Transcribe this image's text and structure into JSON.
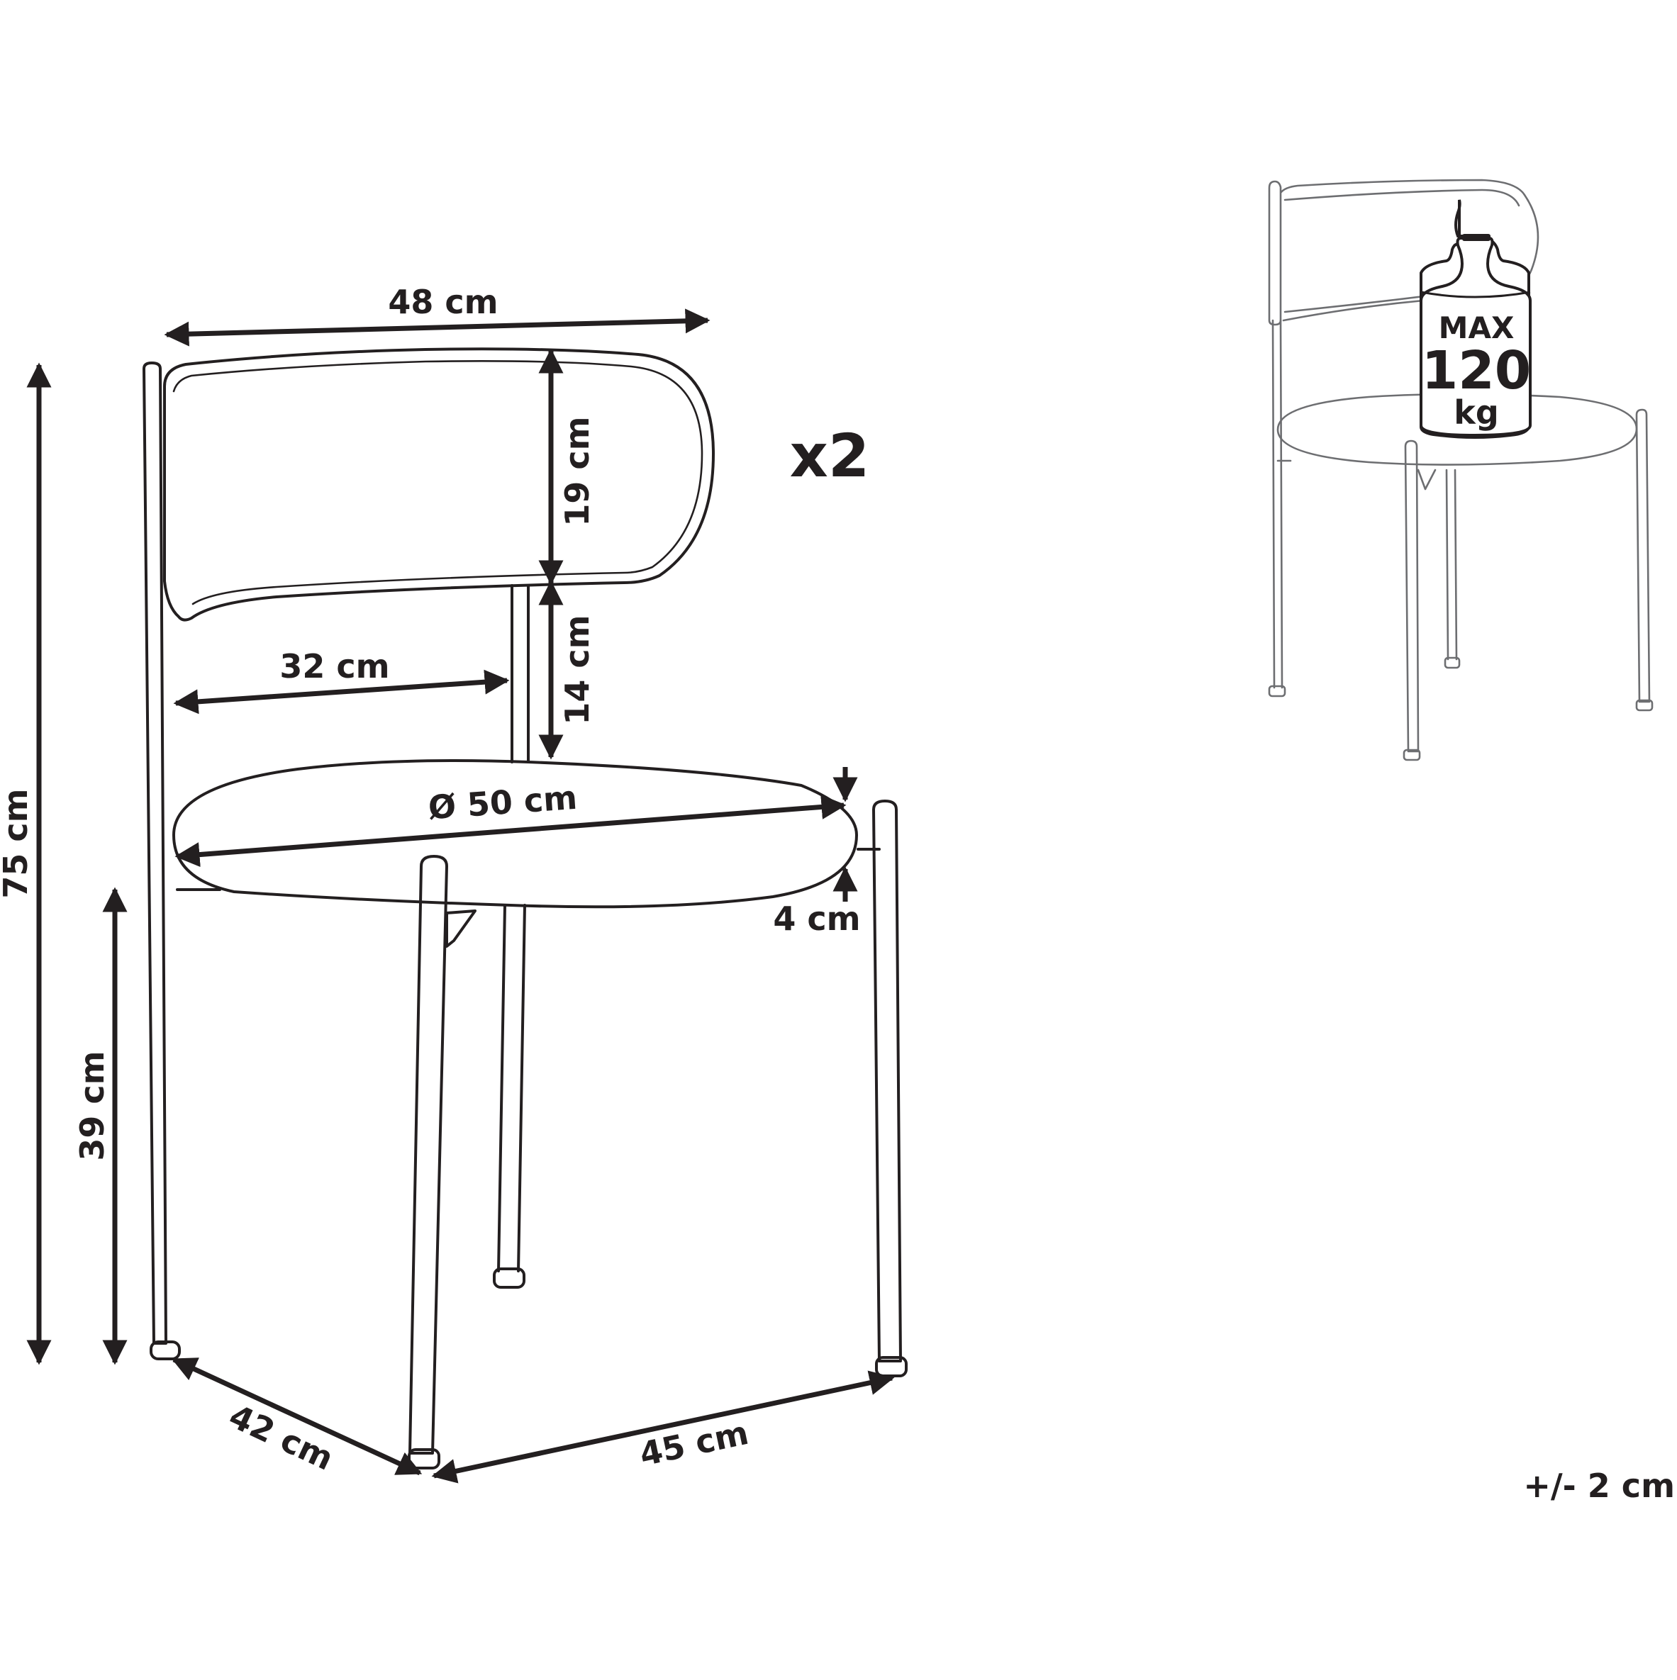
{
  "diagram": {
    "quantity": "x2",
    "tolerance": "+/- 2 cm",
    "dimensions": {
      "backrest_width": "48 cm",
      "backrest_height": "19 cm",
      "backrest_gap": "14 cm",
      "inner_width": "32 cm",
      "seat_diameter": "Ø 50 cm",
      "seat_thickness": "4 cm",
      "total_height": "75 cm",
      "seat_height": "39 cm",
      "depth": "42 cm",
      "width": "45 cm"
    },
    "load_badge": {
      "line1": "MAX",
      "line2": "120",
      "line3": "kg"
    }
  }
}
